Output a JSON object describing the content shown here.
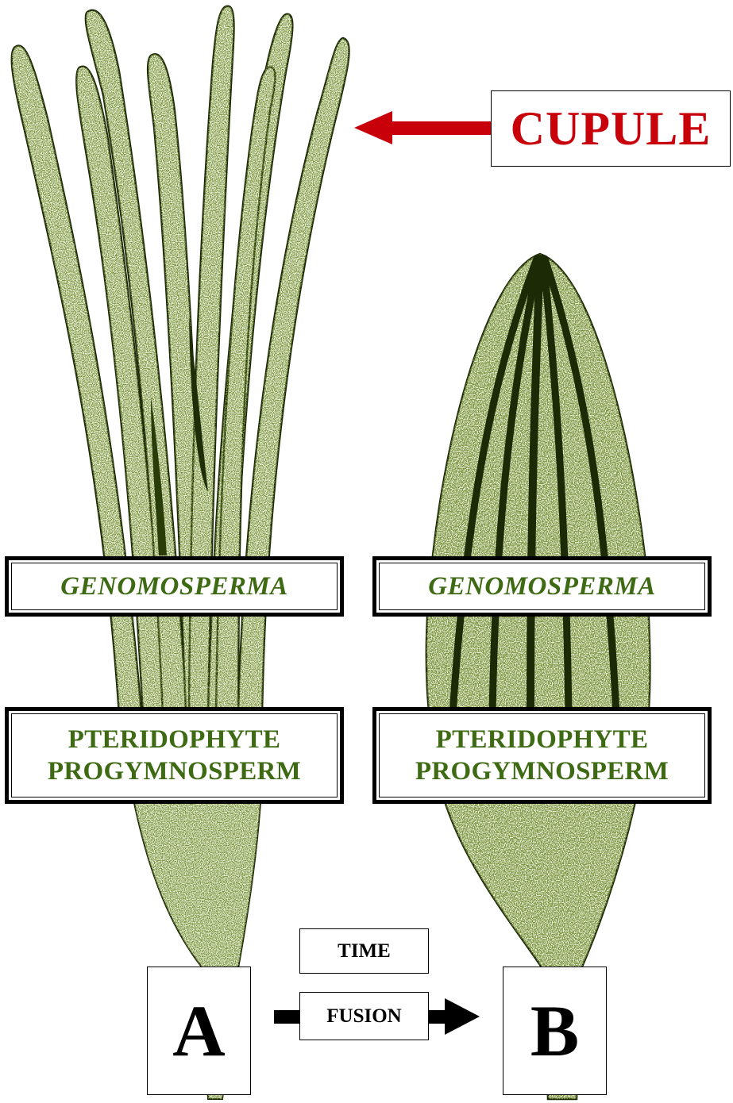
{
  "labels": {
    "cupule": "CUPULE",
    "genus_a": "GENOMOSPERMA",
    "genus_b": "GENOMOSPERMA",
    "stage_a": [
      "PTERIDOPHYTE",
      "PROGYMNOSPERM"
    ],
    "stage_b": [
      "PTERIDOPHYTE",
      "PROGYMNOSPERM"
    ],
    "specimen_a": "A",
    "specimen_b": "B",
    "time": "TIME",
    "fusion": "FUSION"
  },
  "illustration": {
    "specimen_a": "separate-lobed-cupule",
    "specimen_b": "fused-cupule",
    "stipple_color": "#3d5a10",
    "outline_color": "#1a2606"
  },
  "colors": {
    "cupule_label": "#c8000a",
    "pointer_arrow": "#c8000a",
    "green_text": "#3d6a12"
  }
}
